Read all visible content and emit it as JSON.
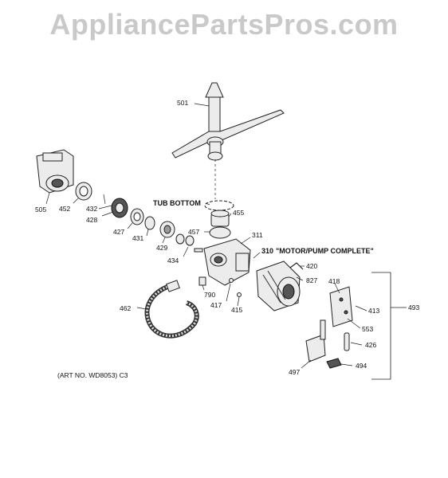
{
  "watermark": "AppliancePartsPros.com",
  "art_number": "(ART NO. WD8053) C3",
  "callouts": {
    "p501": "501",
    "p505": "505",
    "p452": "452",
    "p432": "432",
    "p428": "428",
    "p427": "427",
    "p431": "431",
    "p429": "429",
    "p434": "434",
    "p455": "455",
    "p457": "457",
    "p311": "311",
    "p310": "310",
    "p420": "420",
    "p827": "827",
    "p418": "418",
    "p413": "413",
    "p493": "493",
    "p553": "553",
    "p426": "426",
    "p494": "494",
    "p497": "497",
    "p790": "790",
    "p417": "417",
    "p415": "415",
    "p462": "462"
  },
  "labels": {
    "tub_bottom": "TUB BOTTOM",
    "motor_pump": "\"MOTOR/PUMP COMPLETE\""
  }
}
